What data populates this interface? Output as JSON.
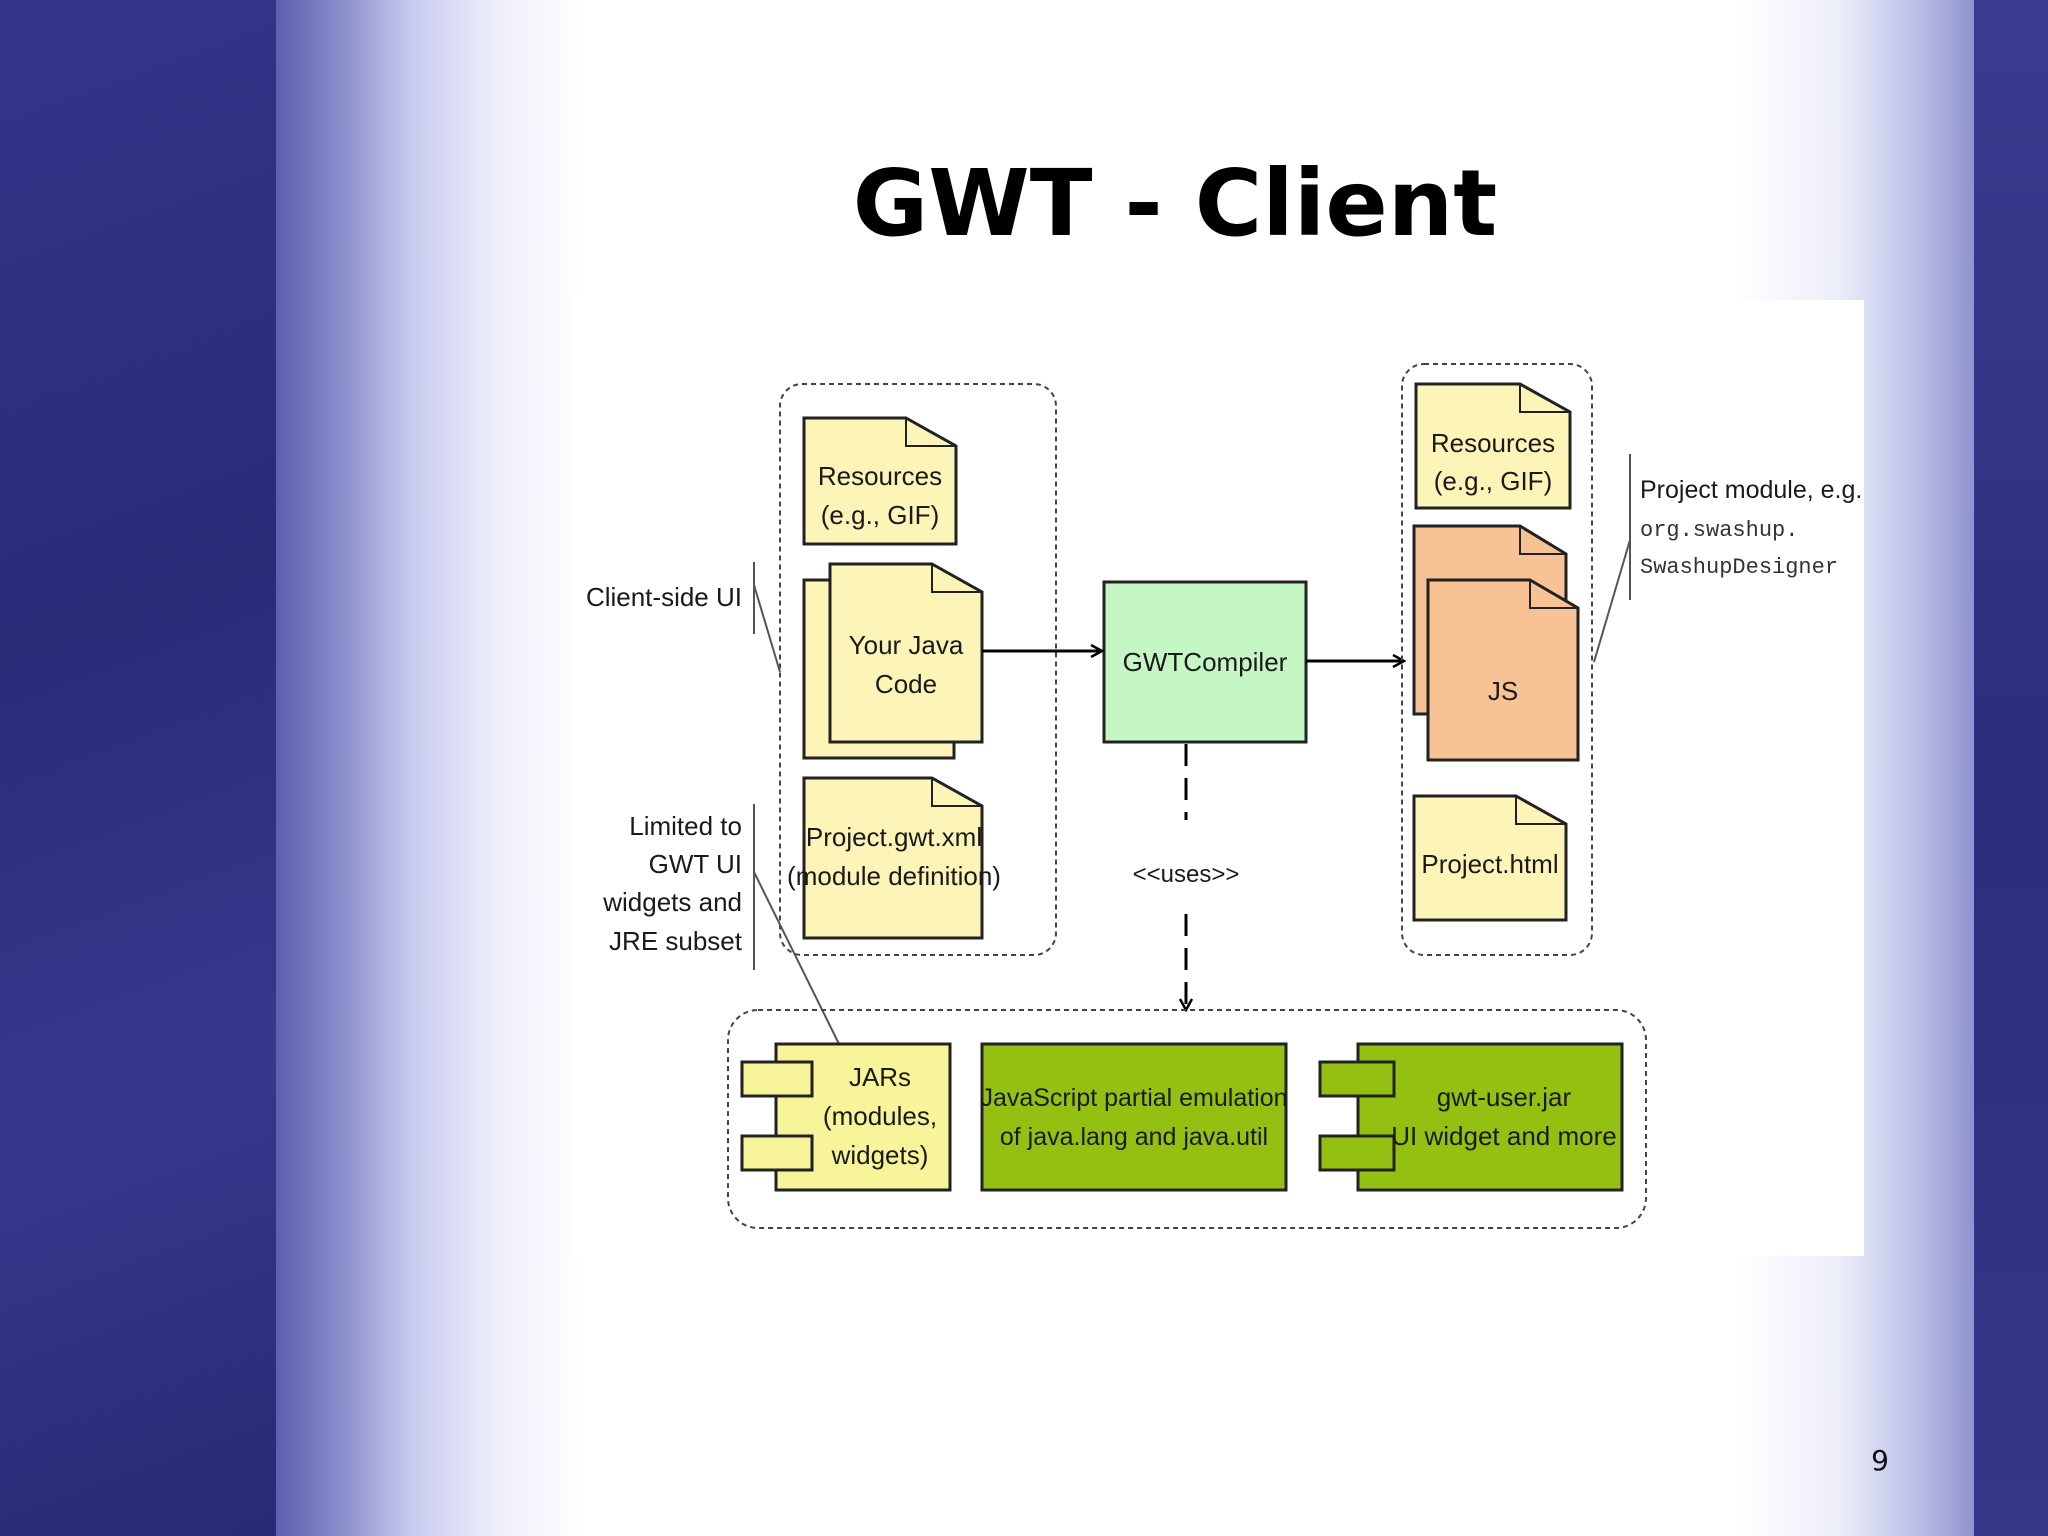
{
  "slide": {
    "title": "GWT - Client",
    "page_number": "9"
  },
  "diagram": {
    "client": {
      "resources": [
        "Resources",
        "(e.g., GIF)"
      ],
      "java_code": [
        "Your Java",
        "Code"
      ],
      "module_xml": [
        "Project.gwt.xml",
        "(module definition)"
      ]
    },
    "compiler": "GWTCompiler",
    "uses_label": "<<uses>>",
    "output": {
      "resources": [
        "Resources",
        "(e.g., GIF)"
      ],
      "js": "JS",
      "html": "Project.html"
    },
    "notes": {
      "client_side": "Client-side UI",
      "limited": [
        "Limited to",
        "GWT UI",
        "widgets and",
        "JRE subset"
      ],
      "project_module": "Project module, e.g.,",
      "module_name_1": "org.swashup.",
      "module_name_2": "SwashupDesigner"
    },
    "libraries": {
      "jars": [
        "JARs",
        "(modules,",
        "widgets)"
      ],
      "emulation": [
        "JavaScript partial emulation",
        "of java.lang and java.util"
      ],
      "gwt_user": [
        "gwt-user.jar",
        "UI widget and more"
      ]
    }
  },
  "colors": {
    "file_yellow": "#fdf4b8",
    "compiler_green": "#c5f7c5",
    "js_orange": "#f7c394",
    "lib_green": "#94c011",
    "jar_yellow": "#f8f49a"
  }
}
